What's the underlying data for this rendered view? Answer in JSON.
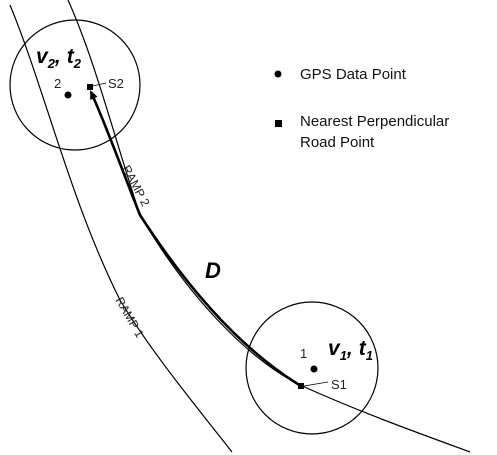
{
  "diagram": {
    "ramp1_label": "RAMP 1",
    "ramp2_label": "RAMP 2",
    "distance_label": "D",
    "point1": {
      "gps_label": "1",
      "road_label": "S1",
      "v": "v",
      "v_sub": "1",
      "t": "t",
      "t_sub": "1",
      "sep": ","
    },
    "point2": {
      "gps_label": "2",
      "road_label": "S2",
      "v": "v",
      "v_sub": "2",
      "t": "t",
      "t_sub": "2",
      "sep": ","
    }
  },
  "legend": {
    "items": [
      {
        "symbol": "circle",
        "lines": [
          "GPS Data Point"
        ]
      },
      {
        "symbol": "square",
        "lines": [
          "Nearest Perpendicular",
          "Road Point"
        ]
      }
    ]
  },
  "colors": {
    "line": "#000000",
    "background": "#ffffff"
  }
}
